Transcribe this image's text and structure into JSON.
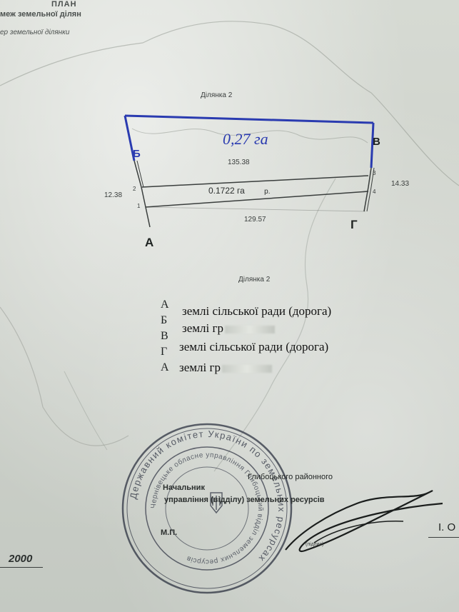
{
  "header": {
    "title": "ПЛАН",
    "subtitle": "меж земельної ділян",
    "line2": "ер земельної ділянки"
  },
  "plot": {
    "top_label": "Ділянка 2",
    "handwritten_area": "0,27 га",
    "top_length": "135.38",
    "area": "0.1722 га",
    "area_suffix": "р.",
    "left_side": "12.38",
    "right_side": "14.33",
    "bottom_length": "129.57",
    "vertex_b": "Б",
    "vertex_v": "В",
    "vertex_a": "А",
    "vertex_g": "Г",
    "point_1": "1",
    "point_2": "2",
    "point_3": "3",
    "point_4": "4"
  },
  "legend": {
    "title": "Ділянка 2",
    "items": [
      {
        "from": "А",
        "text": "землі сільської ради (дорога)"
      },
      {
        "from": "Б",
        "text": "землі гр"
      },
      {
        "from": "В",
        "text": "землі сільської ради (дорога)"
      },
      {
        "from": "Г",
        "text": "землі гр"
      }
    ],
    "last_letter": "А"
  },
  "signature": {
    "line1_prefix": "Начальник",
    "line1_suffix": "Глибоцького районного",
    "line2": "управління (відділу) земельних ресурсів",
    "mp": "М.П.",
    "podpys": "(підпис)",
    "right_initial": "І. О"
  },
  "stamp": {
    "ring_text": "Державний комітет України по земельних ресурсах",
    "inner_text": "Чернівецьке обласне управління Глибоцький відділ земельних ресурсів"
  },
  "footer": {
    "year": "2000"
  },
  "colors": {
    "ink_blue": "#2a3bb0",
    "stamp_blue": "#2c3140",
    "paper": "#d3d7d0"
  }
}
